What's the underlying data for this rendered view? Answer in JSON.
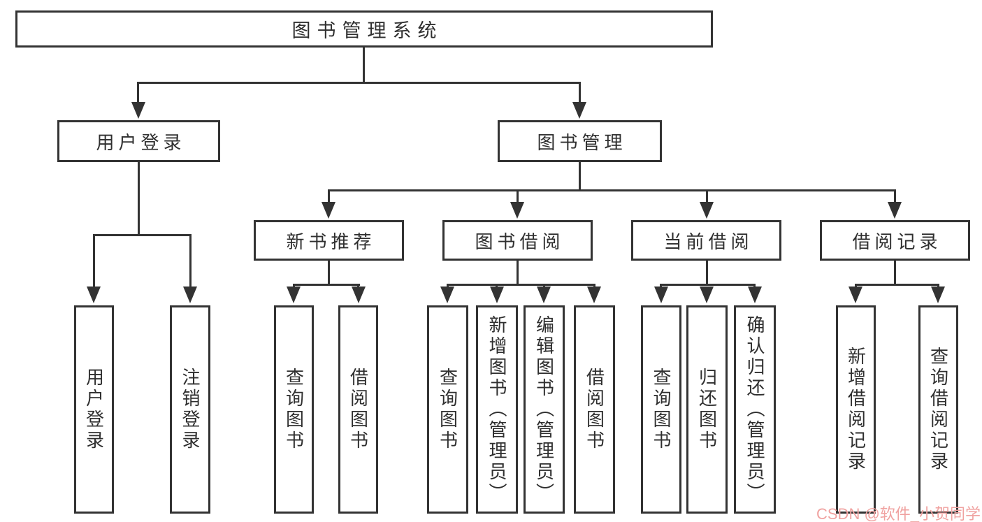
{
  "diagram": {
    "root": {
      "label": "图书管理系统"
    },
    "level2": [
      {
        "label": "用户登录"
      },
      {
        "label": "图书管理"
      }
    ],
    "level3": [
      {
        "label": "新书推荐"
      },
      {
        "label": "图书借阅"
      },
      {
        "label": "当前借阅"
      },
      {
        "label": "借阅记录"
      }
    ],
    "leaves": {
      "user": [
        {
          "label": "用户登录"
        },
        {
          "label": "注销登录"
        }
      ],
      "recommend": [
        {
          "label": "查询图书"
        },
        {
          "label": "借阅图书"
        }
      ],
      "borrow": [
        {
          "label": "查询图书"
        },
        {
          "label": "新增图书（管理员）"
        },
        {
          "label": "编辑图书（管理员）"
        },
        {
          "label": "借阅图书"
        }
      ],
      "current": [
        {
          "label": "查询图书"
        },
        {
          "label": "归还图书"
        },
        {
          "label": "确认归还（管理员）"
        }
      ],
      "records": [
        {
          "label": "新增借阅记录"
        },
        {
          "label": "查询借阅记录"
        }
      ]
    }
  },
  "watermark": {
    "text": "CSDN @软件_小贺同学"
  },
  "colors": {
    "line": "#333333",
    "text": "#2f2f2f",
    "background": "#ffffff",
    "watermark": "#f0a2a0"
  }
}
